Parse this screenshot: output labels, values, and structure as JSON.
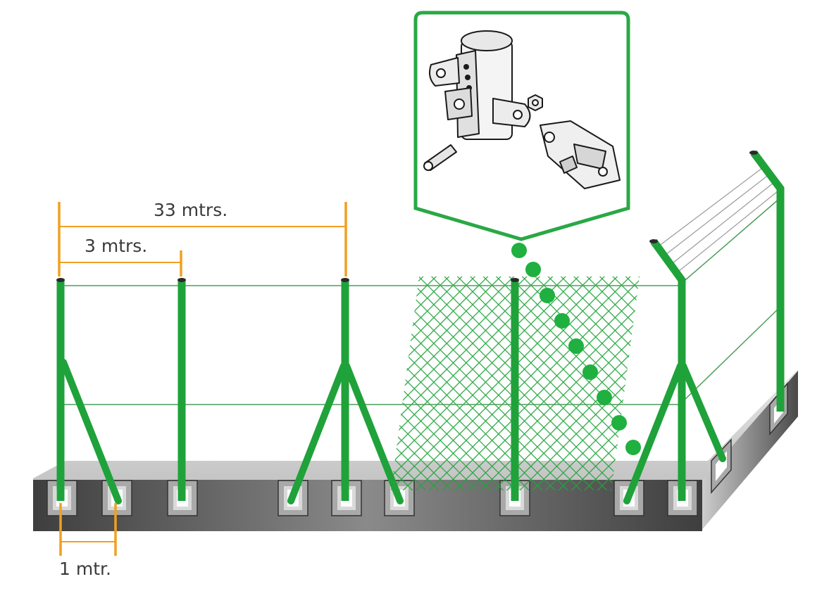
{
  "dimensions": {
    "post_spacing_wide": "33 mtrs.",
    "post_spacing": "3 mtrs.",
    "base_spacing": "1 mtr."
  },
  "colors": {
    "post": "#1fa23a",
    "post_outline": "#0d5a1c",
    "dimension_line": "#f0a020",
    "base_top": "#cfcfcf",
    "base_front": "#555555",
    "callout_border": "#2aa845",
    "mesh": "#22a43c",
    "wire": "#4c9e5a"
  },
  "icons": {
    "callout": "post-clamp-fitting-icon"
  }
}
